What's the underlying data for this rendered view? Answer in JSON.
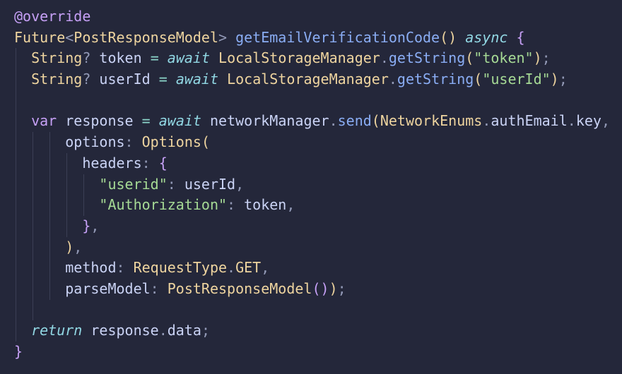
{
  "colors": {
    "background": "#24273a",
    "keyword": "#c6a0f6",
    "await": "#91d7e3",
    "type": "#eed49f",
    "function": "#8aadf4",
    "operator": "#8bd5ca",
    "string": "#a6da95",
    "text": "#cad3f5"
  },
  "lines": [
    {
      "tokens": [
        [
          "@override",
          "kw"
        ]
      ]
    },
    {
      "tokens": [
        [
          "Future",
          "ty"
        ],
        [
          "<",
          "pn"
        ],
        [
          "PostResponseModel",
          "ty"
        ],
        [
          "> ",
          "pn"
        ],
        [
          "getEmailVerificationCode",
          "fn"
        ],
        [
          "()",
          "by"
        ],
        [
          " ",
          "tx"
        ],
        [
          "async",
          "aw"
        ],
        [
          " ",
          "tx"
        ],
        [
          "{",
          "bp"
        ]
      ]
    },
    {
      "tokens": [
        [
          "  ",
          "tx"
        ],
        [
          "String",
          "ty"
        ],
        [
          "?",
          "pn"
        ],
        [
          " token ",
          "tx"
        ],
        [
          "=",
          "op"
        ],
        [
          " ",
          "tx"
        ],
        [
          "await",
          "aw"
        ],
        [
          " ",
          "tx"
        ],
        [
          "LocalStorageManager",
          "ty"
        ],
        [
          ".",
          "pn"
        ],
        [
          "getString",
          "fn"
        ],
        [
          "(",
          "by"
        ],
        [
          "\"token\"",
          "st"
        ],
        [
          ")",
          "by"
        ],
        [
          ";",
          "pn"
        ]
      ]
    },
    {
      "tokens": [
        [
          "  ",
          "tx"
        ],
        [
          "String",
          "ty"
        ],
        [
          "?",
          "pn"
        ],
        [
          " userId ",
          "tx"
        ],
        [
          "=",
          "op"
        ],
        [
          " ",
          "tx"
        ],
        [
          "await",
          "aw"
        ],
        [
          " ",
          "tx"
        ],
        [
          "LocalStorageManager",
          "ty"
        ],
        [
          ".",
          "pn"
        ],
        [
          "getString",
          "fn"
        ],
        [
          "(",
          "by"
        ],
        [
          "\"userId\"",
          "st"
        ],
        [
          ")",
          "by"
        ],
        [
          ";",
          "pn"
        ]
      ]
    },
    {
      "tokens": []
    },
    {
      "tokens": [
        [
          "  ",
          "tx"
        ],
        [
          "var",
          "kw"
        ],
        [
          " response ",
          "tx"
        ],
        [
          "=",
          "op"
        ],
        [
          " ",
          "tx"
        ],
        [
          "await",
          "aw"
        ],
        [
          " networkManager",
          "tx"
        ],
        [
          ".",
          "pn"
        ],
        [
          "send",
          "fn"
        ],
        [
          "(",
          "by"
        ],
        [
          "NetworkEnums",
          "ty"
        ],
        [
          ".",
          "pn"
        ],
        [
          "authEmail",
          "tx"
        ],
        [
          ".",
          "pn"
        ],
        [
          "key",
          "tx"
        ],
        [
          ",",
          "pn"
        ]
      ]
    },
    {
      "tokens": [
        [
          "      ",
          "tx"
        ],
        [
          "options",
          "tx"
        ],
        [
          ": ",
          "pn"
        ],
        [
          "Options",
          "ty"
        ],
        [
          "(",
          "by"
        ]
      ]
    },
    {
      "tokens": [
        [
          "        ",
          "tx"
        ],
        [
          "headers",
          "tx"
        ],
        [
          ": ",
          "pn"
        ],
        [
          "{",
          "bp"
        ]
      ]
    },
    {
      "tokens": [
        [
          "          ",
          "tx"
        ],
        [
          "\"userid\"",
          "st"
        ],
        [
          ": ",
          "pn"
        ],
        [
          "userId",
          "tx"
        ],
        [
          ",",
          "pn"
        ]
      ]
    },
    {
      "tokens": [
        [
          "          ",
          "tx"
        ],
        [
          "\"Authorization\"",
          "st"
        ],
        [
          ": ",
          "pn"
        ],
        [
          "token",
          "tx"
        ],
        [
          ",",
          "pn"
        ]
      ]
    },
    {
      "tokens": [
        [
          "        ",
          "tx"
        ],
        [
          "}",
          "bp"
        ],
        [
          ",",
          "pn"
        ]
      ]
    },
    {
      "tokens": [
        [
          "      ",
          "tx"
        ],
        [
          ")",
          "by"
        ],
        [
          ",",
          "pn"
        ]
      ]
    },
    {
      "tokens": [
        [
          "      ",
          "tx"
        ],
        [
          "method",
          "tx"
        ],
        [
          ": ",
          "pn"
        ],
        [
          "RequestType",
          "ty"
        ],
        [
          ".",
          "pn"
        ],
        [
          "GET",
          "ty"
        ],
        [
          ",",
          "pn"
        ]
      ]
    },
    {
      "tokens": [
        [
          "      ",
          "tx"
        ],
        [
          "parseModel",
          "tx"
        ],
        [
          ": ",
          "pn"
        ],
        [
          "PostResponseModel",
          "ty"
        ],
        [
          "()",
          "bp"
        ],
        [
          ")",
          "by"
        ],
        [
          ";",
          "pn"
        ]
      ]
    },
    {
      "tokens": []
    },
    {
      "tokens": [
        [
          "  ",
          "tx"
        ],
        [
          "return",
          "aw"
        ],
        [
          " response",
          "tx"
        ],
        [
          ".",
          "pn"
        ],
        [
          "data",
          "tx"
        ],
        [
          ";",
          "pn"
        ]
      ]
    },
    {
      "tokens": [
        [
          "}",
          "bp"
        ]
      ]
    }
  ]
}
